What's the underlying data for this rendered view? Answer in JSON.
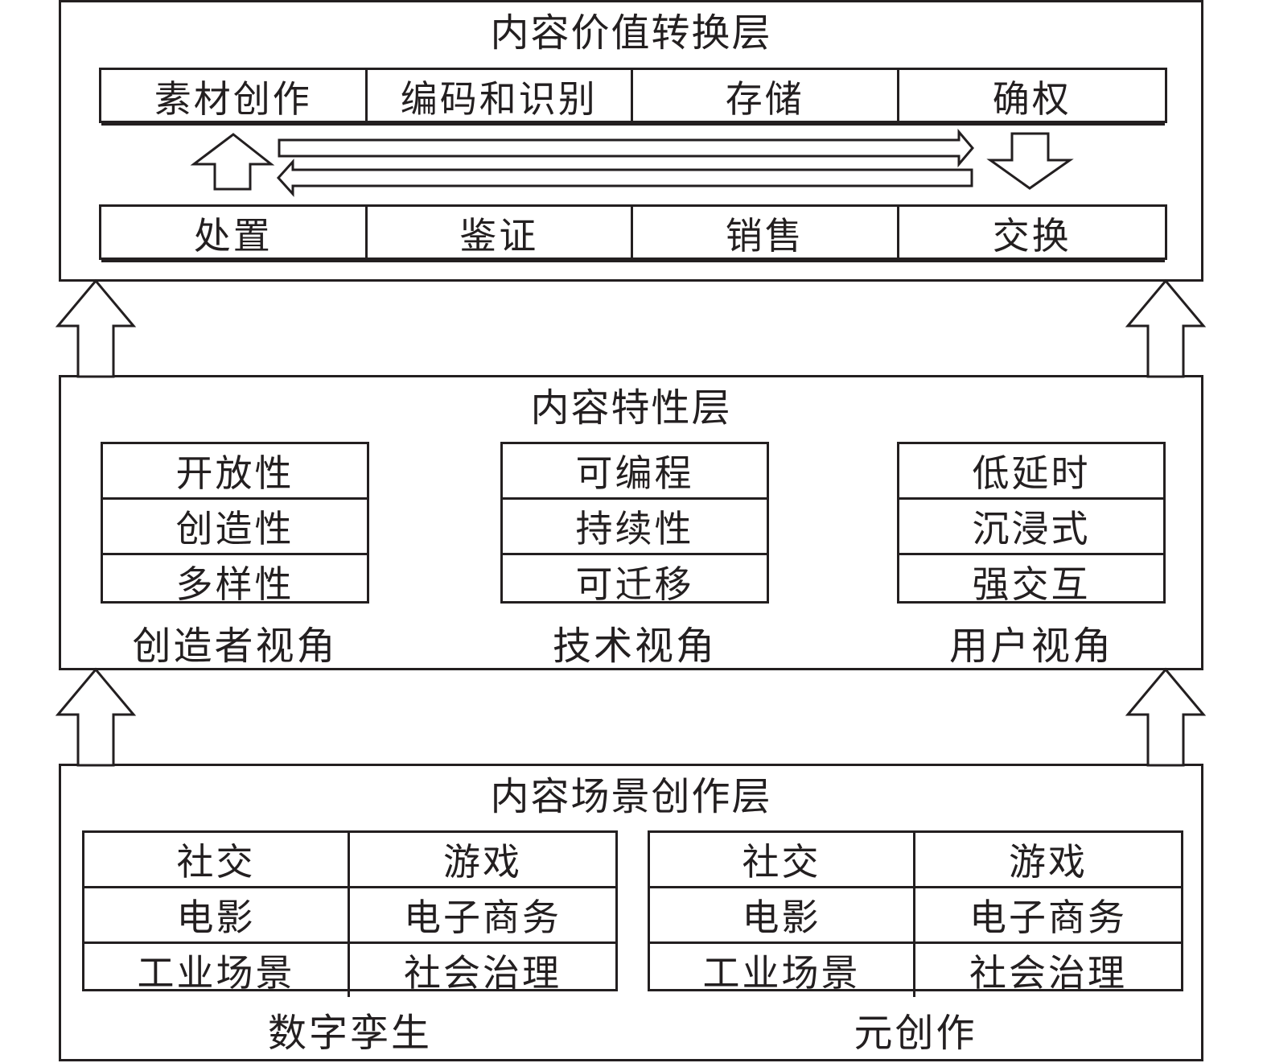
{
  "top_layer": {
    "title": "内容价值转换层",
    "row1": [
      "素材创作",
      "编码和识别",
      "存储",
      "确权"
    ],
    "row2": [
      "处置",
      "鉴证",
      "销售",
      "交换"
    ]
  },
  "middle_layer": {
    "title": "内容特性层",
    "groups": [
      {
        "items": [
          "开放性",
          "创造性",
          "多样性"
        ],
        "caption": "创造者视角"
      },
      {
        "items": [
          "可编程",
          "持续性",
          "可迁移"
        ],
        "caption": "技术视角"
      },
      {
        "items": [
          "低延时",
          "沉浸式",
          "强交互"
        ],
        "caption": "用户视角"
      }
    ]
  },
  "bottom_layer": {
    "title": "内容场景创作层",
    "groups": [
      {
        "cells": [
          "社交",
          "游戏",
          "电影",
          "电子商务",
          "工业场景",
          "社会治理"
        ],
        "caption": "数字孪生"
      },
      {
        "cells": [
          "社交",
          "游戏",
          "电影",
          "电子商务",
          "工业场景",
          "社会治理"
        ],
        "caption": "元创作"
      }
    ]
  }
}
